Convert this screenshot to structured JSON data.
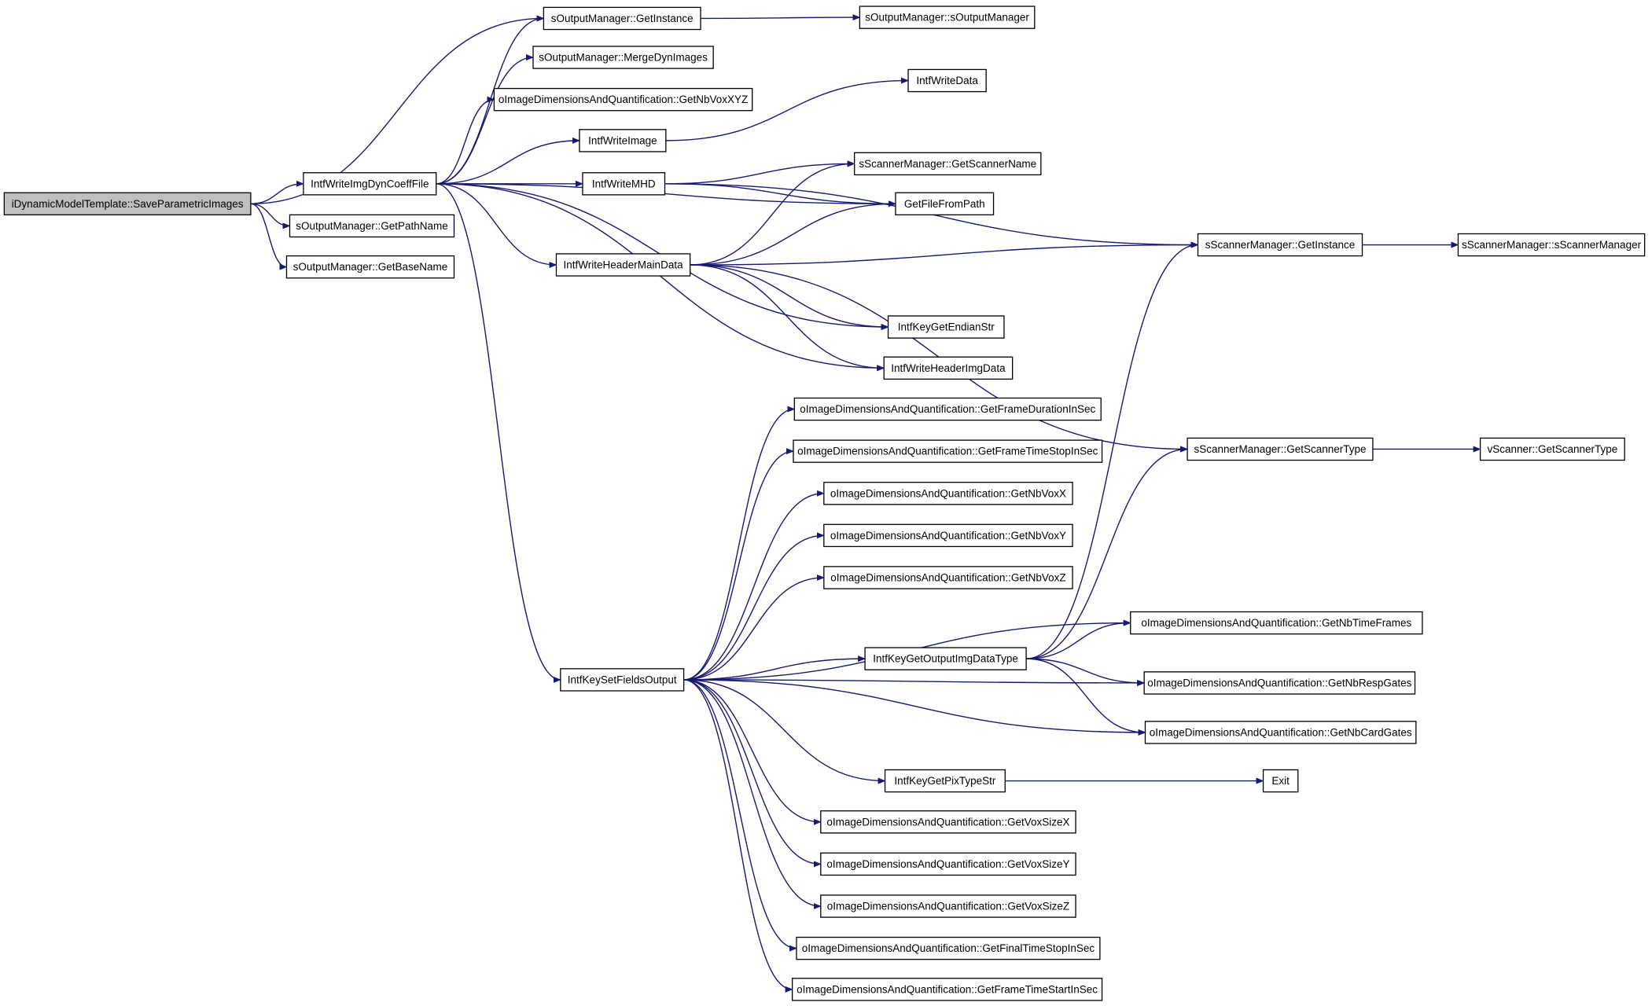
{
  "graph": {
    "nodes": [
      {
        "id": "root",
        "label": "iDynamicModelTemplate::SaveParametricImages",
        "root": true
      },
      {
        "id": "wimg",
        "label": "IntfWriteImgDynCoeffFile"
      },
      {
        "id": "gpath",
        "label": "sOutputManager::GetPathName"
      },
      {
        "id": "gbase",
        "label": "sOutputManager::GetBaseName"
      },
      {
        "id": "ogi",
        "label": "sOutputManager::GetInstance"
      },
      {
        "id": "osom",
        "label": "sOutputManager::sOutputManager"
      },
      {
        "id": "merge",
        "label": "sOutputManager::MergeDynImages"
      },
      {
        "id": "nbxyz",
        "label": "oImageDimensionsAndQuantification::GetNbVoxXYZ"
      },
      {
        "id": "wdata",
        "label": "IntfWriteData"
      },
      {
        "id": "wimage",
        "label": "IntfWriteImage"
      },
      {
        "id": "wmhd",
        "label": "IntfWriteMHD"
      },
      {
        "id": "sname",
        "label": "sScannerManager::GetScannerName"
      },
      {
        "id": "gfile",
        "label": "GetFileFromPath"
      },
      {
        "id": "whdr",
        "label": "IntfWriteHeaderMainData"
      },
      {
        "id": "sgi",
        "label": "sScannerManager::GetInstance"
      },
      {
        "id": "ssm",
        "label": "sScannerManager::sScannerManager"
      },
      {
        "id": "endian",
        "label": "IntfKeyGetEndianStr"
      },
      {
        "id": "whimg",
        "label": "IntfWriteHeaderImgData"
      },
      {
        "id": "fdur",
        "label": "oImageDimensionsAndQuantification::GetFrameDurationInSec"
      },
      {
        "id": "fstop",
        "label": "oImageDimensionsAndQuantification::GetFrameTimeStopInSec"
      },
      {
        "id": "nbx",
        "label": "oImageDimensionsAndQuantification::GetNbVoxX"
      },
      {
        "id": "nby",
        "label": "oImageDimensionsAndQuantification::GetNbVoxY"
      },
      {
        "id": "nbz",
        "label": "oImageDimensionsAndQuantification::GetNbVoxZ"
      },
      {
        "id": "stype",
        "label": "sScannerManager::GetScannerType"
      },
      {
        "id": "vstype",
        "label": "vScanner::GetScannerType"
      },
      {
        "id": "ntf",
        "label": "oImageDimensionsAndQuantification::GetNbTimeFrames"
      },
      {
        "id": "odt",
        "label": "IntfKeyGetOutputImgDataType"
      },
      {
        "id": "ksfo",
        "label": "IntfKeySetFieldsOutput"
      },
      {
        "id": "nrg",
        "label": "oImageDimensionsAndQuantification::GetNbRespGates"
      },
      {
        "id": "ncg",
        "label": "oImageDimensionsAndQuantification::GetNbCardGates"
      },
      {
        "id": "pix",
        "label": "IntfKeyGetPixTypeStr"
      },
      {
        "id": "exit",
        "label": "Exit"
      },
      {
        "id": "vsx",
        "label": "oImageDimensionsAndQuantification::GetVoxSizeX"
      },
      {
        "id": "vsy",
        "label": "oImageDimensionsAndQuantification::GetVoxSizeY"
      },
      {
        "id": "vsz",
        "label": "oImageDimensionsAndQuantification::GetVoxSizeZ"
      },
      {
        "id": "ffin",
        "label": "oImageDimensionsAndQuantification::GetFinalTimeStopInSec"
      },
      {
        "id": "fstart",
        "label": "oImageDimensionsAndQuantification::GetFrameTimeStartInSec"
      }
    ],
    "edges": [
      [
        "root",
        "ogi"
      ],
      [
        "root",
        "wimg"
      ],
      [
        "root",
        "gpath"
      ],
      [
        "root",
        "gbase"
      ],
      [
        "ogi",
        "osom"
      ],
      [
        "wimg",
        "ogi"
      ],
      [
        "wimg",
        "merge"
      ],
      [
        "wimg",
        "nbxyz"
      ],
      [
        "wimg",
        "wimage"
      ],
      [
        "wimg",
        "wmhd"
      ],
      [
        "wimg",
        "gfile"
      ],
      [
        "wimg",
        "whdr"
      ],
      [
        "wimg",
        "endian"
      ],
      [
        "wimg",
        "whimg"
      ],
      [
        "wimg",
        "ksfo"
      ],
      [
        "wimage",
        "wdata"
      ],
      [
        "wmhd",
        "sgi"
      ],
      [
        "wmhd",
        "sname"
      ],
      [
        "wmhd",
        "gfile"
      ],
      [
        "whdr",
        "sname"
      ],
      [
        "whdr",
        "gfile"
      ],
      [
        "whdr",
        "sgi"
      ],
      [
        "whdr",
        "stype"
      ],
      [
        "whdr",
        "endian"
      ],
      [
        "whdr",
        "whimg"
      ],
      [
        "sgi",
        "ssm"
      ],
      [
        "stype",
        "vstype"
      ],
      [
        "ksfo",
        "fdur"
      ],
      [
        "ksfo",
        "fstop"
      ],
      [
        "ksfo",
        "nbx"
      ],
      [
        "ksfo",
        "nby"
      ],
      [
        "ksfo",
        "nbz"
      ],
      [
        "ksfo",
        "ntf"
      ],
      [
        "ksfo",
        "odt"
      ],
      [
        "ksfo",
        "nrg"
      ],
      [
        "ksfo",
        "ncg"
      ],
      [
        "ksfo",
        "pix"
      ],
      [
        "ksfo",
        "vsx"
      ],
      [
        "ksfo",
        "vsy"
      ],
      [
        "ksfo",
        "vsz"
      ],
      [
        "ksfo",
        "ffin"
      ],
      [
        "ksfo",
        "fstart"
      ],
      [
        "odt",
        "sgi"
      ],
      [
        "odt",
        "stype"
      ],
      [
        "odt",
        "ntf"
      ],
      [
        "odt",
        "nrg"
      ],
      [
        "odt",
        "ncg"
      ],
      [
        "pix",
        "exit"
      ]
    ]
  }
}
